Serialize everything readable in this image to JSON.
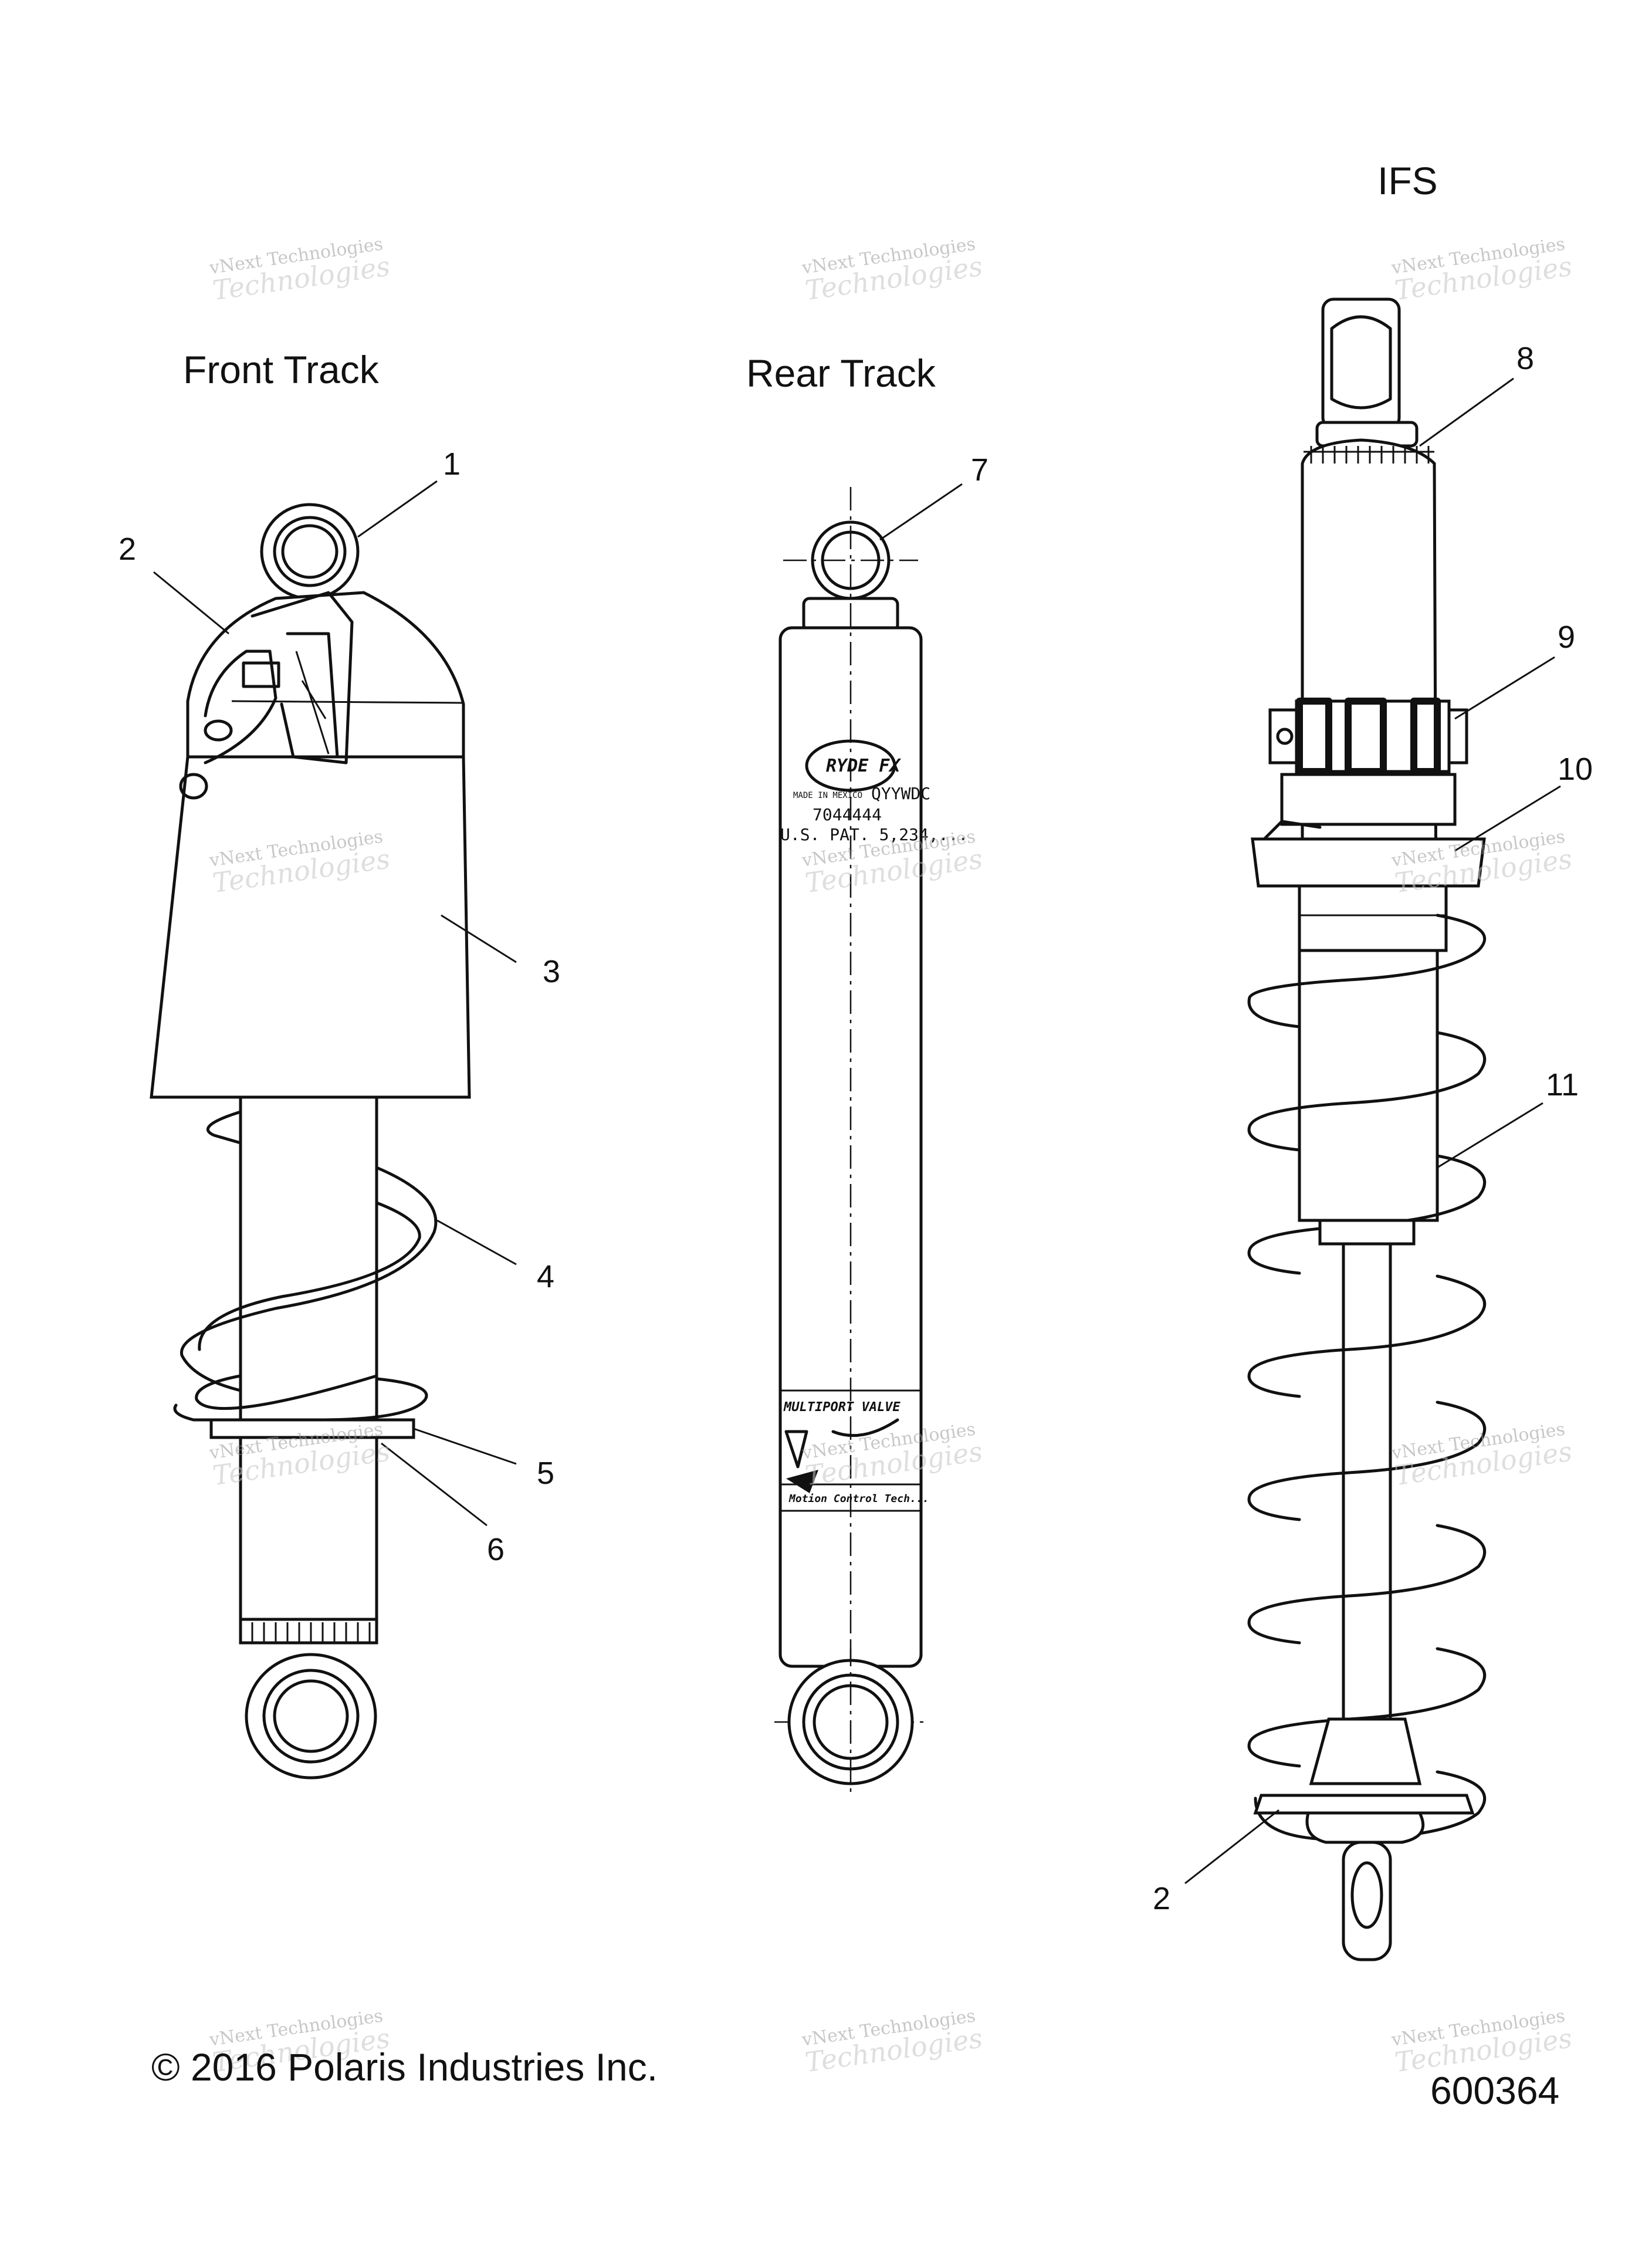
{
  "titles": {
    "front": "Front Track",
    "rear": "Rear Track",
    "ifs": "IFS"
  },
  "callouts": {
    "c1": "1",
    "c2a": "2",
    "c3": "3",
    "c4": "4",
    "c5": "5",
    "c6": "6",
    "c7": "7",
    "c8": "8",
    "c9": "9",
    "c10": "10",
    "c11": "11",
    "c2b": "2"
  },
  "decal": {
    "logo": "RYDE FX",
    "made_in": "MADE IN MEXICO",
    "code": "QYYWDC",
    "part": "7044444",
    "patent": "U.S. PAT. 5,234,...",
    "valve": "MULTIPORT VALVE",
    "tagline": "Motion Control Tech..."
  },
  "watermark": {
    "line1": "vNext Technologies",
    "line2": "Technologies"
  },
  "footer": {
    "copyright": "© 2016 Polaris Industries Inc.",
    "figure_id": "600364"
  }
}
